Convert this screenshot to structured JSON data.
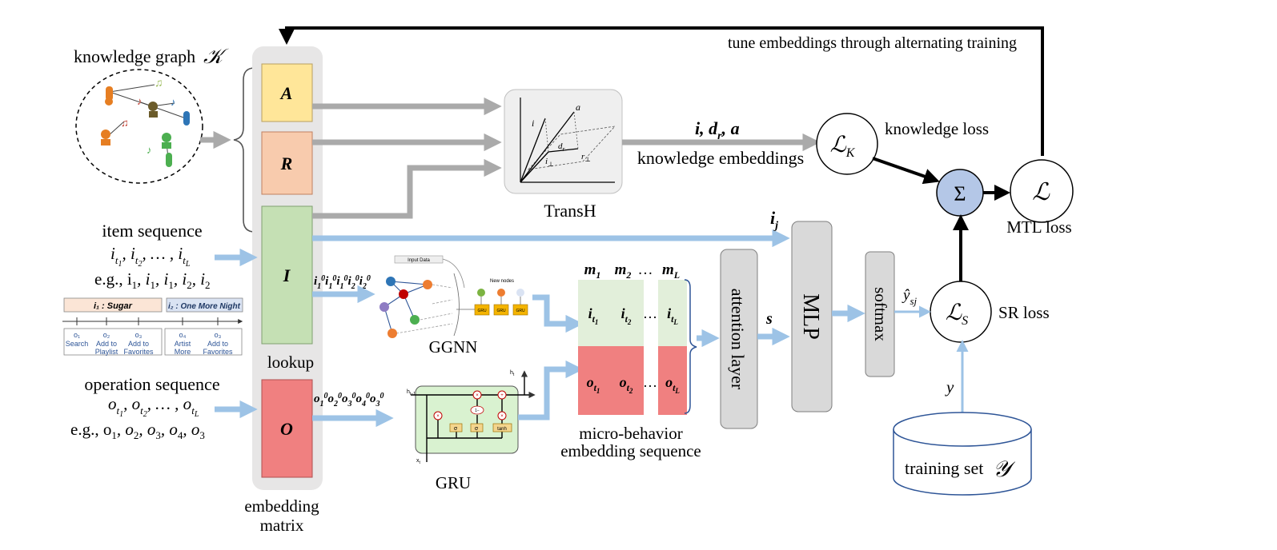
{
  "feedback_label": "tune embeddings through alternating training",
  "knowledge_graph": {
    "label": "knowledge graph",
    "symbol": "𝒦"
  },
  "embedding_matrix": {
    "rows": {
      "A": "A",
      "R": "R",
      "I": "I",
      "O": "O"
    },
    "lookup_label": "lookup",
    "caption_line1": "embedding",
    "caption_line2": "matrix"
  },
  "item_sequence": {
    "title": "item sequence",
    "line1": "i",
    "example": "e.g., i",
    "legend_item1": "i₁ : Sugar",
    "legend_item2": "i₂ : One More Night"
  },
  "timeline_ops": [
    {
      "sym": "o₁",
      "label_1": "Search",
      "label_2": ""
    },
    {
      "sym": "o₂",
      "label_1": "Add to",
      "label_2": "Playlist"
    },
    {
      "sym": "o₃",
      "label_1": "Add to",
      "label_2": "Favorites"
    },
    {
      "sym": "o₄",
      "label_1": "Artist",
      "label_2": "More"
    },
    {
      "sym": "o₃",
      "label_1": "Add to",
      "label_2": "Favorites"
    }
  ],
  "operation_sequence": {
    "title": "operation sequence",
    "example": "e.g., o"
  },
  "transh": {
    "label": "TransH",
    "a": "a",
    "i": "i",
    "d_r": "d",
    "r_perp": "r",
    "i_perp": "i"
  },
  "knowledge_embeddings": {
    "symbols": "i, d",
    "label": "knowledge embeddings"
  },
  "ggnn": {
    "label": "GGNN",
    "input_data": "Input Data",
    "new_nodes": "New nodes",
    "gru_cell": "GRU"
  },
  "gru": {
    "label": "GRU",
    "sigma": "σ",
    "tanh": "tanh"
  },
  "micro_behavior": {
    "label_line1": "micro-behavior",
    "label_line2": "embedding sequence",
    "m": "m",
    "ellipsis": "…",
    "dots": "…"
  },
  "attention_layer": {
    "label": "attention layer"
  },
  "s_label": "s",
  "i_j_label": "i",
  "mlp": {
    "label": "MLP"
  },
  "softmax": {
    "label": "softmax"
  },
  "y_hat": "ŷ",
  "losses": {
    "knowledge": "knowledge loss",
    "sr": "SR loss",
    "mtl": "MTL loss",
    "sum": "Σ",
    "L_symbol": "ℒ"
  },
  "y_label": "y",
  "training_set": {
    "label": "training set",
    "symbol": "𝒴"
  },
  "colors": {
    "gray_arrow": "#aaaaaa",
    "blue_arrow": "#9dc3e6",
    "row_A": "#ffe699",
    "row_R": "#f8cbad",
    "row_I": "#c5e0b4",
    "row_O": "#f08080",
    "micro_green": "#e2efda",
    "micro_red": "#f08080",
    "sum_node": "#b4c7e7",
    "gru_box": "#d9f2d0"
  }
}
